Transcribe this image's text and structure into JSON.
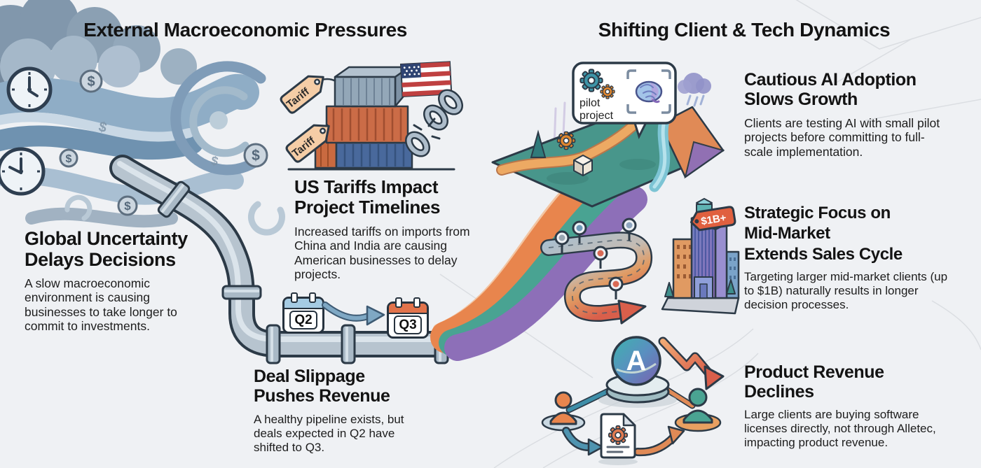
{
  "titles": {
    "left": "External Macroeconomic Pressures",
    "right": "Shifting Client & Tech Dynamics"
  },
  "left": {
    "uncertainty": {
      "heading": "Global Uncertainty\nDelays Decisions",
      "body": "A slow macroeconomic environment is causing businesses to take longer to commit to investments."
    },
    "tariffs": {
      "heading": "US Tariffs Impact\nProject Timelines",
      "body": "Increased tariffs on imports from China and India are causing American businesses to delay projects.",
      "tag_label": "Tariff"
    },
    "slippage": {
      "heading": "Deal Slippage\nPushes Revenue",
      "body": "A healthy pipeline exists, but deals expected in Q2 have shifted to Q3.",
      "q2": "Q2",
      "q3": "Q3"
    }
  },
  "right": {
    "ai": {
      "heading": "Cautious AI Adoption\nSlows Growth",
      "body": "Clients are testing AI with small pilot projects before committing to full-scale implementation.",
      "bubble_line1": "pilot",
      "bubble_line2": "project"
    },
    "midmarket": {
      "heading": "Strategic Focus on\nMid-Market\nExtends Sales Cycle",
      "body": "Targeting larger mid-market clients (up to $1B) naturally results in longer decision processes.",
      "price_tag": "$1B+"
    },
    "product": {
      "heading": "Product Revenue\nDeclines",
      "body": "Large clients are buying software licenses directly, not through Alletec, impacting product revenue.",
      "sphere_letter": "A"
    }
  },
  "icons": {
    "dollar": "$"
  },
  "colors": {
    "accent_orange": "#e8854d",
    "accent_teal": "#49a392",
    "accent_purple": "#8d6fb8",
    "storm_blue": "#8fadc6",
    "ink": "#26323e"
  }
}
